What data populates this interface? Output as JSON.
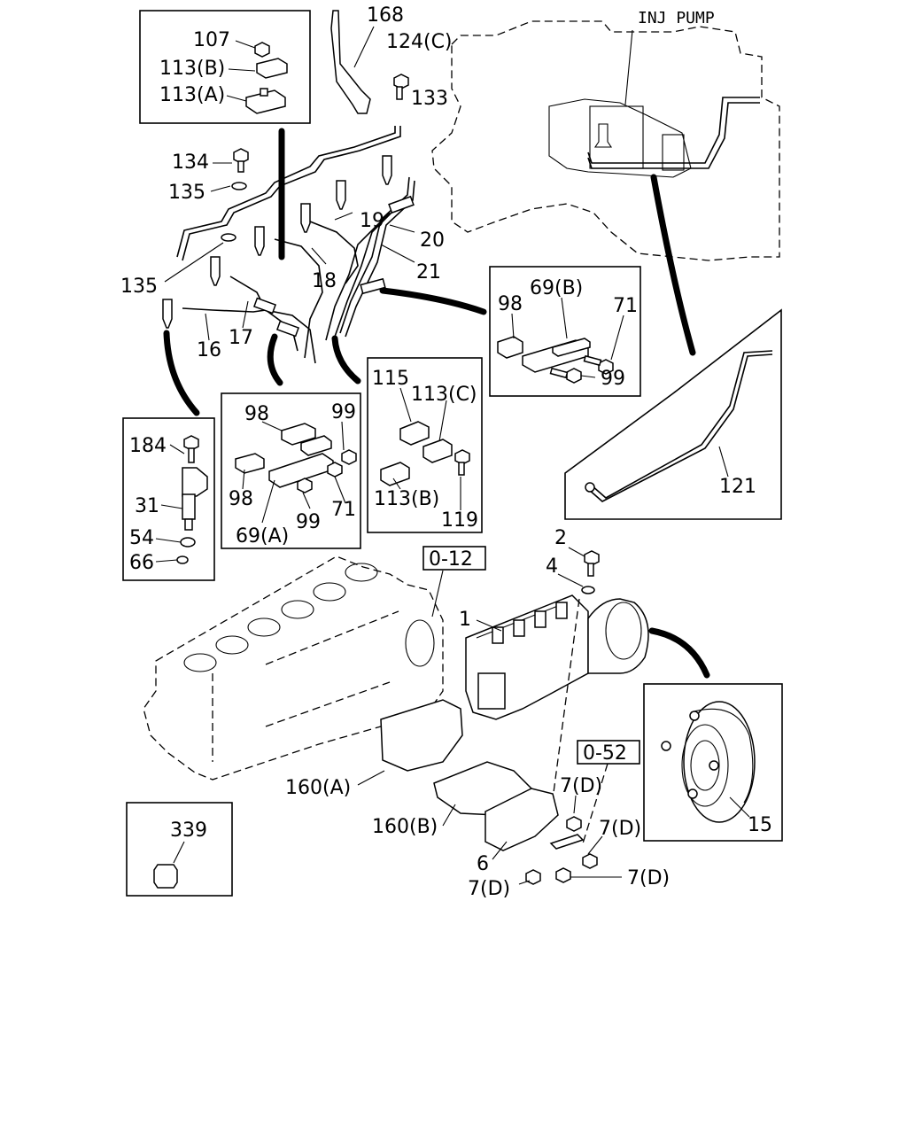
{
  "diagram": {
    "header_label": "INJ PUMP",
    "refs": {
      "ref_012": "0-12",
      "ref_052": "0-52"
    },
    "labels": {
      "l107": "107",
      "l113b_top": "113(B)",
      "l113a_top": "113(A)",
      "l168": "168",
      "l124c": "124(C)",
      "l133": "133",
      "l134": "134",
      "l135a": "135",
      "l135b": "135",
      "l19": "19",
      "l20": "20",
      "l21": "21",
      "l18": "18",
      "l16": "16",
      "l17": "17",
      "l98a": "98",
      "l69b": "69(B)",
      "l71a": "71",
      "l99a": "99",
      "l121": "121",
      "l184": "184",
      "l31": "31",
      "l54": "54",
      "l66": "66",
      "l98b": "98",
      "l99b": "99",
      "l98c": "98",
      "l71b": "71",
      "l99c": "99",
      "l69a": "69(A)",
      "l115": "115",
      "l113c": "113(C)",
      "l113b_mid": "113(B)",
      "l119": "119",
      "l2": "2",
      "l4": "4",
      "l1": "1",
      "l160a": "160(A)",
      "l160b": "160(B)",
      "l7d_1": "7(D)",
      "l7d_2": "7(D)",
      "l7d_3": "7(D)",
      "l7d_4": "7(D)",
      "l6": "6",
      "l15": "15",
      "l339": "339"
    }
  }
}
